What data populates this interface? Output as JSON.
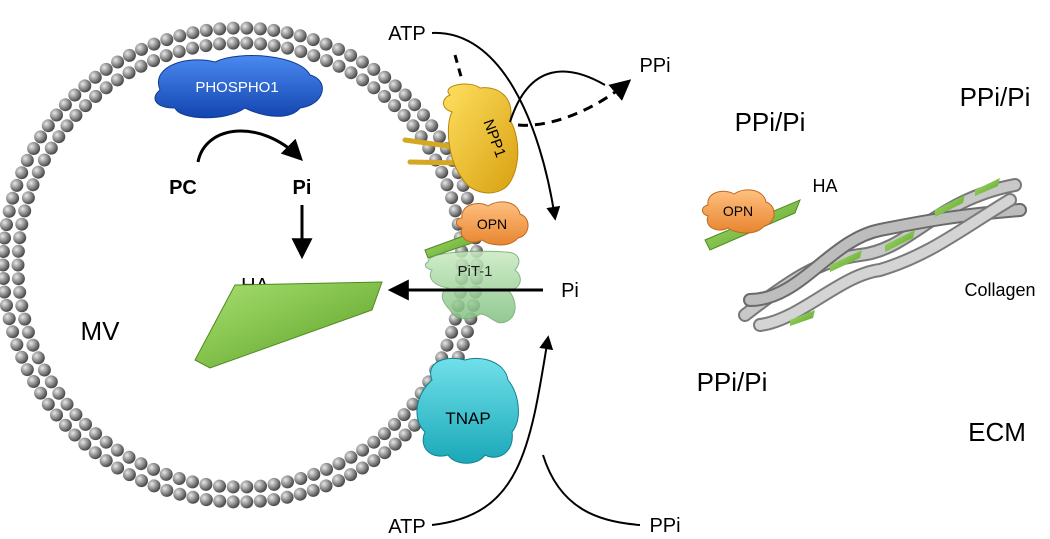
{
  "labels": {
    "phospho1": "PHOSPHO1",
    "pc": "PC",
    "pi_inside": "Pi",
    "ha_inside": "HA",
    "mv": "MV",
    "atp_top": "ATP",
    "npp1": "NPP1",
    "ppi_top": "PPi",
    "opn_membrane": "OPN",
    "pit1": "PiT-1",
    "pi_outside": "Pi",
    "tnap": "TNAP",
    "atp_bottom": "ATP",
    "ppi_bottom": "PPi",
    "ratio_top_center": "PPi/Pi",
    "ratio_top_right": "PPi/Pi",
    "ratio_bottom": "PPi/Pi",
    "opn_ecm": "OPN",
    "ha_ecm": "HA",
    "collagen": "Collagen",
    "ecm": "ECM"
  },
  "colors": {
    "phospho1": "#1f5fd6",
    "npp1": "#f0c020",
    "opn": "#f5a050",
    "pit1": "#8fcf8f",
    "tnap": "#2ec4d0",
    "ha": "#7cc43a",
    "membrane_bead": "#8c8c8c",
    "collagen": "#b8b8b8"
  }
}
